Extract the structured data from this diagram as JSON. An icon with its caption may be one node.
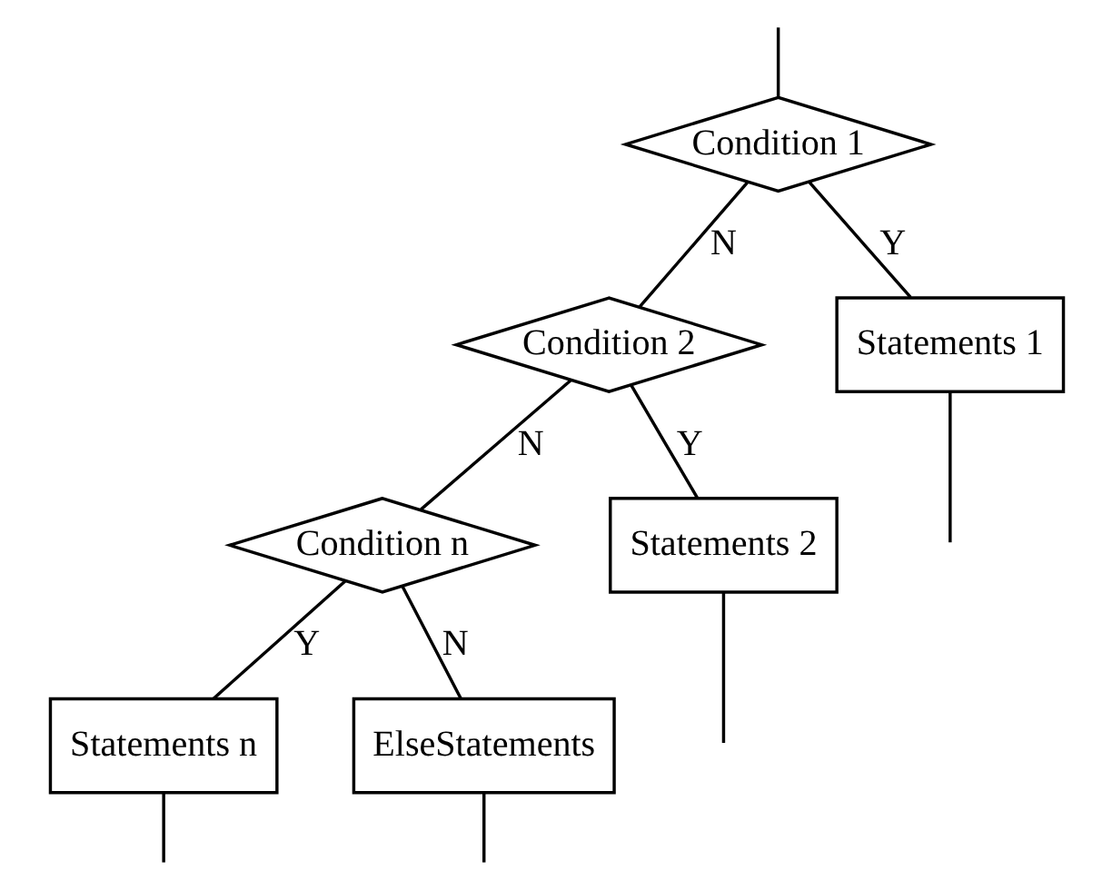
{
  "diagram": {
    "nodes": [
      {
        "text": [
          "Condition 1"
        ]
      },
      {
        "text": [
          "Condition 2"
        ]
      },
      {
        "text": [
          "Statements 1"
        ]
      },
      {
        "text": [
          "Condition n"
        ]
      },
      {
        "text": [
          "Statements 2"
        ]
      },
      {
        "text": [
          "Statements n"
        ]
      },
      {
        "text": [
          "ElseStatements"
        ]
      }
    ],
    "edges": [
      {
        "from": null,
        "to": 0,
        "arrow": "none"
      },
      {
        "from": 0,
        "to": 2,
        "arrow": "none",
        "label": "Y"
      },
      {
        "from": 0,
        "to": 1,
        "arrow": "none",
        "label": "N"
      },
      {
        "from": 1,
        "to": 4,
        "arrow": "none",
        "label": "Y"
      },
      {
        "from": 1,
        "to": 3,
        "arrow": "none",
        "label": "N"
      },
      {
        "from": 3,
        "to": 5,
        "arrow": "none",
        "label": "Y"
      },
      {
        "from": 3,
        "to": 6,
        "arrow": "none",
        "label": "N"
      },
      {
        "from": 2,
        "to": null,
        "arrow": "none"
      },
      {
        "from": 4,
        "to": null,
        "arrow": "none"
      },
      {
        "from": 5,
        "to": null,
        "arrow": "none"
      },
      {
        "from": 6,
        "to": null,
        "arrow": "none"
      }
    ]
  }
}
